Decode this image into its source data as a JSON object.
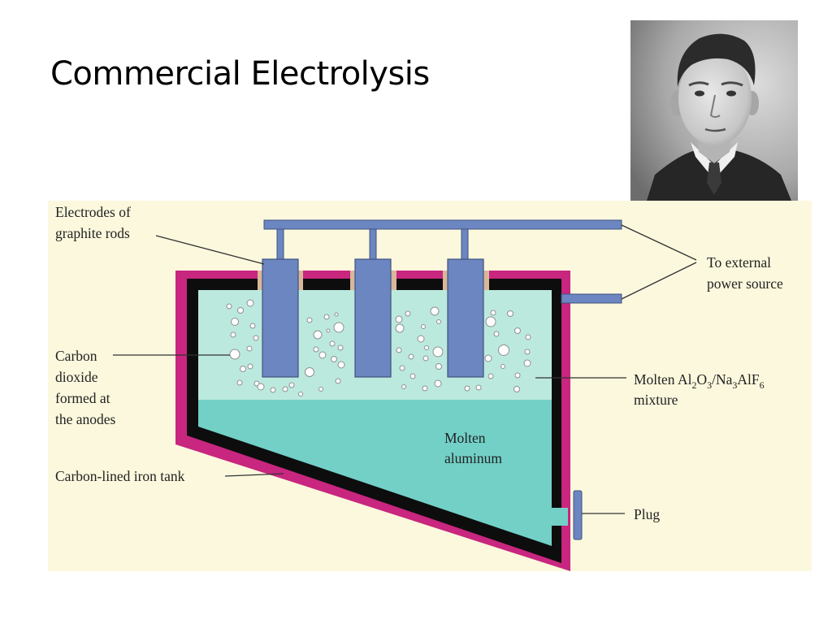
{
  "slide": {
    "title": "Commercial Electrolysis"
  },
  "portrait": {
    "icon": "person-portrait-photo"
  },
  "diagram": {
    "labels": {
      "electrodes_line1": "Electrodes of",
      "electrodes_line2": "graphite rods",
      "power_line1": "To external",
      "power_line2": "power source",
      "co2_line1": "Carbon",
      "co2_line2": "dioxide",
      "co2_line3": "formed at",
      "co2_line4": "the anodes",
      "mixture_prefix": "Molten Al",
      "mixture_sub1": "2",
      "mixture_mid1": "O",
      "mixture_sub2": "3",
      "mixture_mid2": "/Na",
      "mixture_sub3": "3",
      "mixture_mid3": "AlF",
      "mixture_sub4": "6",
      "mixture_line2": "mixture",
      "aluminum_line1": "Molten",
      "aluminum_line2": "aluminum",
      "tank": "Carbon-lined iron tank",
      "plug": "Plug"
    },
    "colors": {
      "background": "#fbf8dd",
      "tank_outer": "#c8267f",
      "carbon_lining": "#0d0d0d",
      "electrolyte": "#bce9de",
      "molten_aluminum": "#72d0c7",
      "electrode": "#6b86c0",
      "bubble_stroke": "#8f8f8f"
    }
  }
}
